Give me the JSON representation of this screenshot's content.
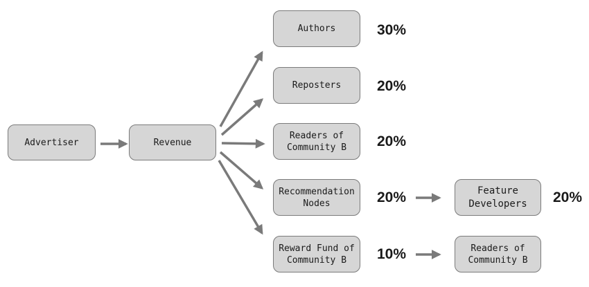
{
  "nodes": {
    "advertiser": "Advertiser",
    "revenue": "Revenue",
    "authors": "Authors",
    "reposters": "Reposters",
    "readers_b": "Readers of\nCommunity B",
    "recommendation_nodes": "Recommendation\nNodes",
    "reward_fund_b": "Reward Fund of\nCommunity B",
    "feature_developers": "Feature\nDevelopers",
    "readers_b_2": "Readers of\nCommunity B"
  },
  "percentages": {
    "authors": "30%",
    "reposters": "20%",
    "readers_b": "20%",
    "recommendation_nodes": "20%",
    "reward_fund_b": "10%",
    "feature_developers": "20%"
  },
  "colors": {
    "node_fill": "#d6d6d6",
    "node_border": "#7a7a7a",
    "arrow": "#7a7a7a"
  }
}
